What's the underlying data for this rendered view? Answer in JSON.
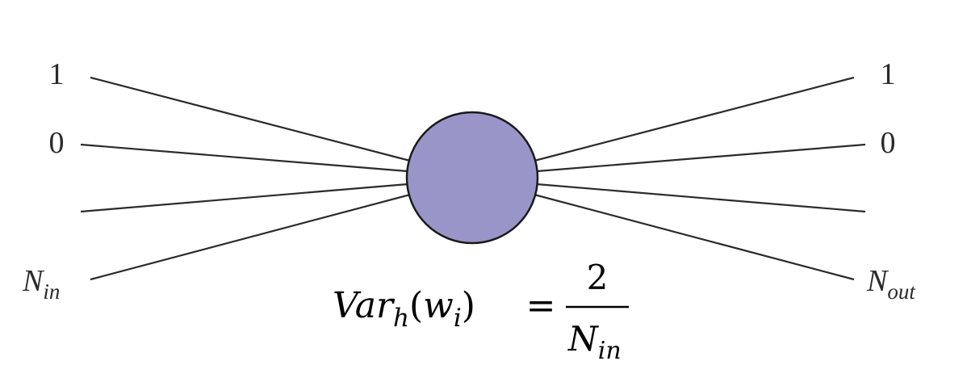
{
  "diagram": {
    "input_labels": [
      "1",
      "0",
      "",
      "N_in"
    ],
    "output_labels": [
      "1",
      "0",
      "",
      "N_out"
    ],
    "input_label_main": "N",
    "input_label_sub": "in",
    "output_label_main": "N",
    "output_label_sub": "out",
    "node_color": "#9a95c8",
    "node_stroke": "#1a1a1a",
    "formula": {
      "lhs_main": "Var",
      "lhs_sub": "h",
      "lhs_open": "(",
      "lhs_arg_main": "w",
      "lhs_arg_sub": "i",
      "lhs_close": ")",
      "equals": "=",
      "numerator": "2",
      "denominator_main": "N",
      "denominator_sub": "in"
    }
  }
}
